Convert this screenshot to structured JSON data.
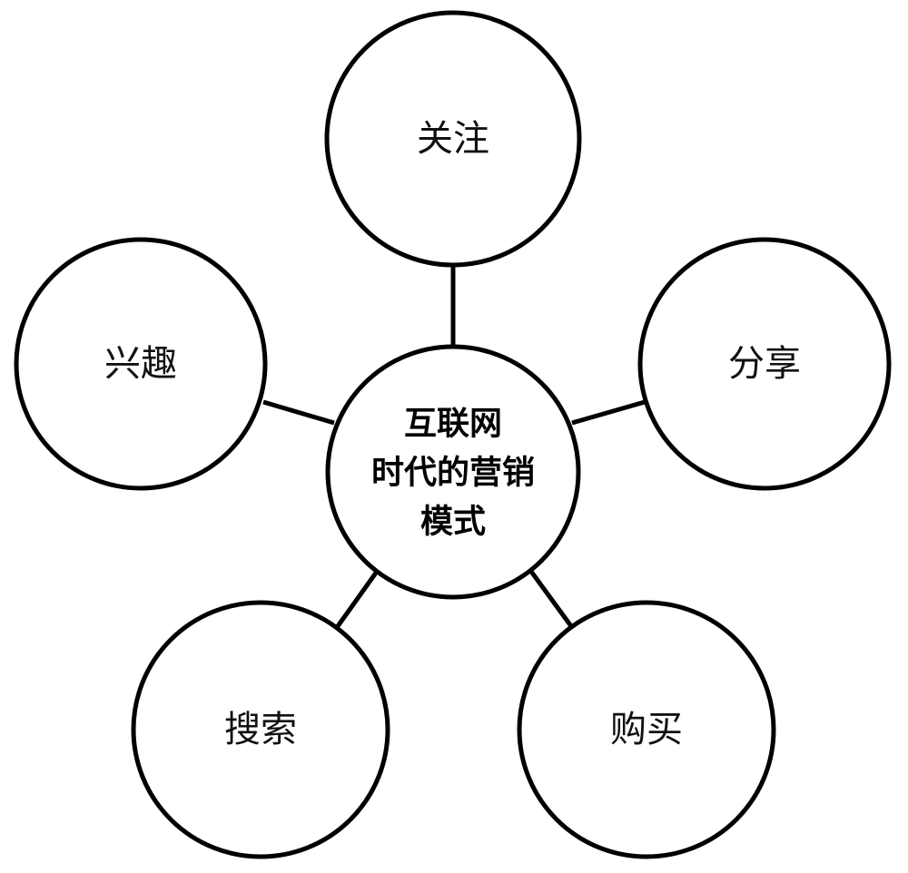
{
  "diagram": {
    "center": {
      "lines": [
        "互联网",
        "时代的营销",
        "模式"
      ]
    },
    "nodes": [
      {
        "id": "attention",
        "label": "关注"
      },
      {
        "id": "share",
        "label": "分享"
      },
      {
        "id": "purchase",
        "label": "购买"
      },
      {
        "id": "search",
        "label": "搜索"
      },
      {
        "id": "interest",
        "label": "兴趣"
      }
    ],
    "colors": {
      "stroke": "#000000",
      "fill": "#ffffff",
      "text": "#111111"
    }
  }
}
